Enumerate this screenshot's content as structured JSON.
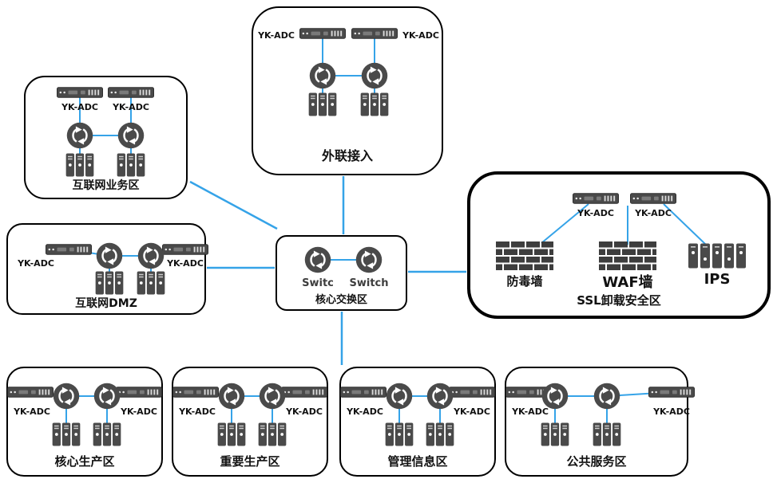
{
  "colors": {
    "connection_line": "#35a3e8",
    "icon_dark": "#4a4a4a",
    "zone_border": "#000000",
    "background": "#ffffff"
  },
  "zones": {
    "external_access": {
      "label": "外联接入",
      "adc_left_label": "YK-ADC",
      "adc_right_label": "YK-ADC"
    },
    "internet_business": {
      "label": "互联网业务区",
      "adc_left_label": "YK-ADC",
      "adc_right_label": "YK-ADC"
    },
    "internet_dmz": {
      "label": "互联网DMZ",
      "adc_left_label": "YK-ADC",
      "adc_right_label": "YK-ADC"
    },
    "core_switch": {
      "label": "核心交换区",
      "switch_left_label": "Switc",
      "switch_right_label": "Switch"
    },
    "ssl_offload": {
      "label": "SSL卸载安全区",
      "adc_left_label": "YK-ADC",
      "adc_right_label": "YK-ADC",
      "items": [
        {
          "label": "防毒墙"
        },
        {
          "label": "WAF墙"
        },
        {
          "label": "IPS"
        }
      ]
    },
    "core_production": {
      "label": "核心生产区",
      "adc_left_label": "YK-ADC",
      "adc_right_label": "YK-ADC"
    },
    "important_production": {
      "label": "重要生产区",
      "adc_left_label": "YK-ADC",
      "adc_right_label": "YK-ADC"
    },
    "management_info": {
      "label": "管理信息区",
      "adc_left_label": "YK-ADC",
      "adc_right_label": "YK-ADC"
    },
    "public_service": {
      "label": "公共服务区",
      "adc_left_label": "YK-ADC",
      "adc_right_label": "YK-ADC"
    }
  }
}
